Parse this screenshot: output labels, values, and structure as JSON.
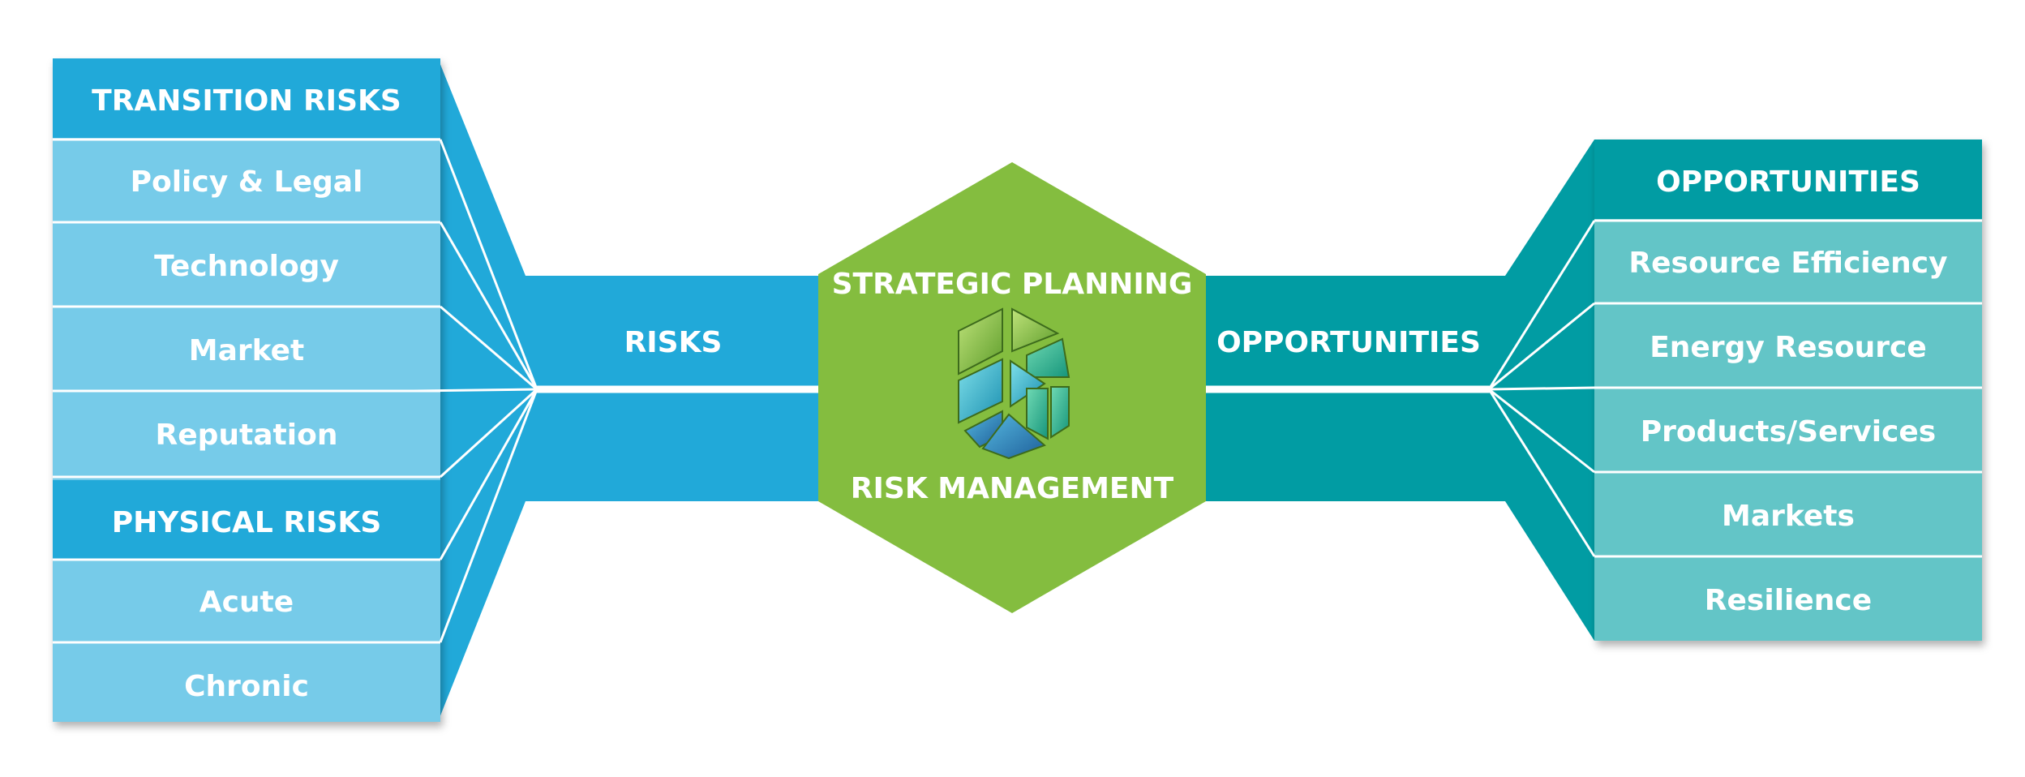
{
  "left": {
    "header_transition": "TRANSITION RISKS",
    "transition_items": [
      "Policy & Legal",
      "Technology",
      "Market",
      "Reputation"
    ],
    "header_physical": "PHYSICAL RISKS",
    "physical_items": [
      "Acute",
      "Chronic"
    ]
  },
  "center": {
    "risks_label": "RISKS",
    "opportunities_label": "OPPORTUNITIES",
    "top_label": "STRATEGIC PLANNING",
    "bottom_label": "RISK MANAGEMENT"
  },
  "right": {
    "header": "OPPORTUNITIES",
    "items": [
      "Resource Efficiency",
      "Energy Resource",
      "Products/Services",
      "Markets",
      "Resilience"
    ]
  },
  "colors": {
    "risk_blue": "#21a9d9",
    "risk_light": "#76cbe9",
    "teal": "#019ca3",
    "teal_light": "#63c5c7",
    "hex_green": "#84bd3f"
  }
}
